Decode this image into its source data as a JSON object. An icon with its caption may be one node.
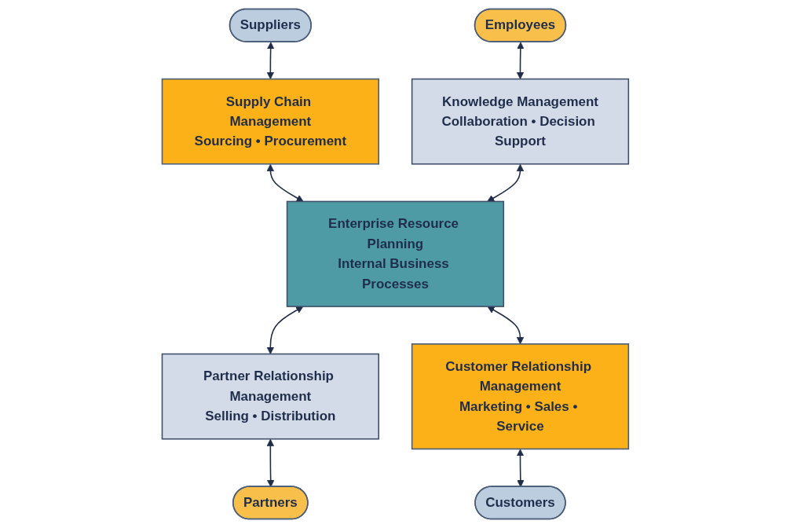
{
  "diagram": {
    "nodes": [
      {
        "text": [
          "Suppliers"
        ]
      },
      {
        "text": [
          "Employees"
        ]
      },
      {
        "text": [
          "Knowledge Management",
          "Collaboration • Decision Support"
        ]
      },
      {
        "text": [
          "Supply Chain Management",
          "Sourcing • Procurement"
        ]
      },
      {
        "text": [
          "Partner Relationship Management",
          "Selling • Distribution"
        ]
      },
      {
        "text": [
          "Partners"
        ]
      },
      {
        "text": [
          "Enterprise Resource Planning",
          "Internal Business Processes"
        ]
      },
      {
        "text": [
          "Customer Relationship Management",
          "Marketing • Sales • Service"
        ]
      },
      {
        "text": [
          "Customers"
        ]
      }
    ],
    "edges": [
      {
        "from": 0,
        "to": 3,
        "arrow": "both"
      },
      {
        "from": 3,
        "to": 6,
        "arrow": "both"
      },
      {
        "from": 1,
        "to": 2,
        "arrow": "both"
      },
      {
        "from": 2,
        "to": 6,
        "arrow": "both"
      },
      {
        "from": 6,
        "to": 4,
        "arrow": "both"
      },
      {
        "from": 4,
        "to": 5,
        "arrow": "both"
      },
      {
        "from": 6,
        "to": 7,
        "arrow": "both"
      },
      {
        "from": 7,
        "to": 8,
        "arrow": "both"
      }
    ]
  }
}
